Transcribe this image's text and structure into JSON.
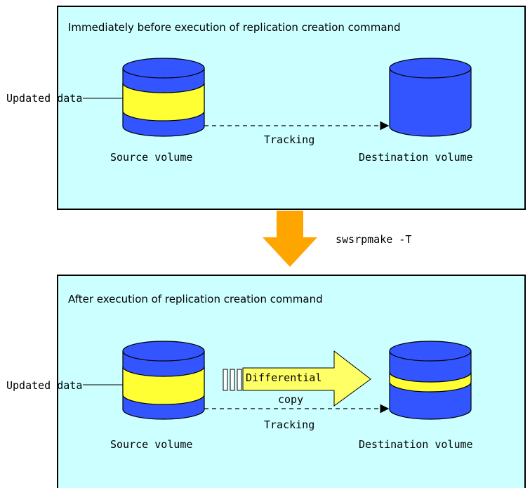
{
  "before": {
    "title": "Immediately before execution of replication creation command",
    "updated_data_label": "Updated data",
    "source_label": "Source volume",
    "destination_label": "Destination volume",
    "tracking_label": "Tracking"
  },
  "command": {
    "label": "swsrpmake -T"
  },
  "after": {
    "title": "After execution of replication creation command",
    "updated_data_label": "Updated data",
    "source_label": "Source volume",
    "destination_label": "Destination volume",
    "tracking_label": "Tracking",
    "differential_label": "Differential",
    "copy_label": "copy"
  },
  "colors": {
    "panel_bg": "#ccffff",
    "volume_blue": "#3355ff",
    "updated_yellow": "#ffff33",
    "process_arrow": "#ffa500",
    "copy_arrow": "#ffff66"
  }
}
